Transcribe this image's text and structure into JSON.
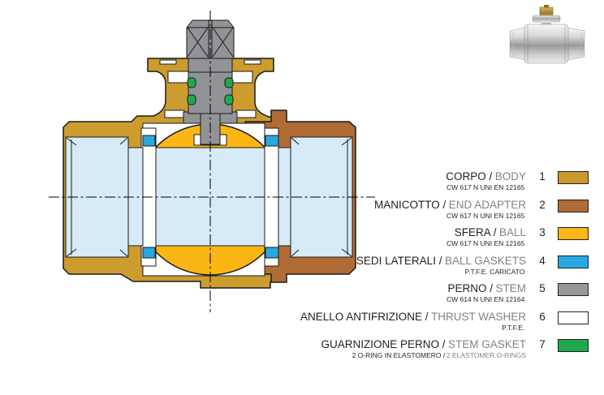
{
  "page": {
    "background": "#ffffff"
  },
  "diagram": {
    "colors": {
      "body": "#CD9C2E",
      "adapter": "#B16B35",
      "ball": "#FBB615",
      "seat": "#29A8E0",
      "stem": "#919396",
      "washer": "#FFFFFF",
      "oring": "#1FA84D",
      "bore": "#D6EAF7",
      "outline": "#1A1A1A"
    }
  },
  "legend": {
    "text_color": "#231F20",
    "muted_color": "#808285",
    "items": [
      {
        "num": "1",
        "it": "CORPO /",
        "en": "BODY",
        "spec_it": "CW 617 N UNI EN 12165",
        "spec_en": "",
        "color": "#C9992D"
      },
      {
        "num": "2",
        "it": "MANICOTTO /",
        "en": "END ADAPTER",
        "spec_it": "CW 617 N UNI EN 12165",
        "spec_en": "",
        "color": "#B16B35"
      },
      {
        "num": "3",
        "it": "SFERA /",
        "en": "BALL",
        "spec_it": "CW 617 N UNI EN 12165",
        "spec_en": "",
        "color": "#FBB615"
      },
      {
        "num": "4",
        "it": "SEDI LATERALI /",
        "en": "BALL GASKETS",
        "spec_it": "P.T.F.E. CARICATO",
        "spec_en": "",
        "color": "#29A8E0"
      },
      {
        "num": "5",
        "it": "PERNO /",
        "en": "STEM",
        "spec_it": "CW 614 N UNI EN 12164",
        "spec_en": "",
        "color": "#97989A"
      },
      {
        "num": "6",
        "it": "ANELLO ANTIFRIZIONE /",
        "en": "THRUST WASHER",
        "spec_it": "P.T.F.E.",
        "spec_en": "",
        "color": "#FFFFFF"
      },
      {
        "num": "7",
        "it": "GUARNIZIONE PERNO /",
        "en": "STEM GASKET",
        "spec_it": "2 O-RING IN ELASTOMERO /",
        "spec_en": "2 ELASTOMER O-RINGS",
        "color": "#1FA84D"
      }
    ]
  }
}
